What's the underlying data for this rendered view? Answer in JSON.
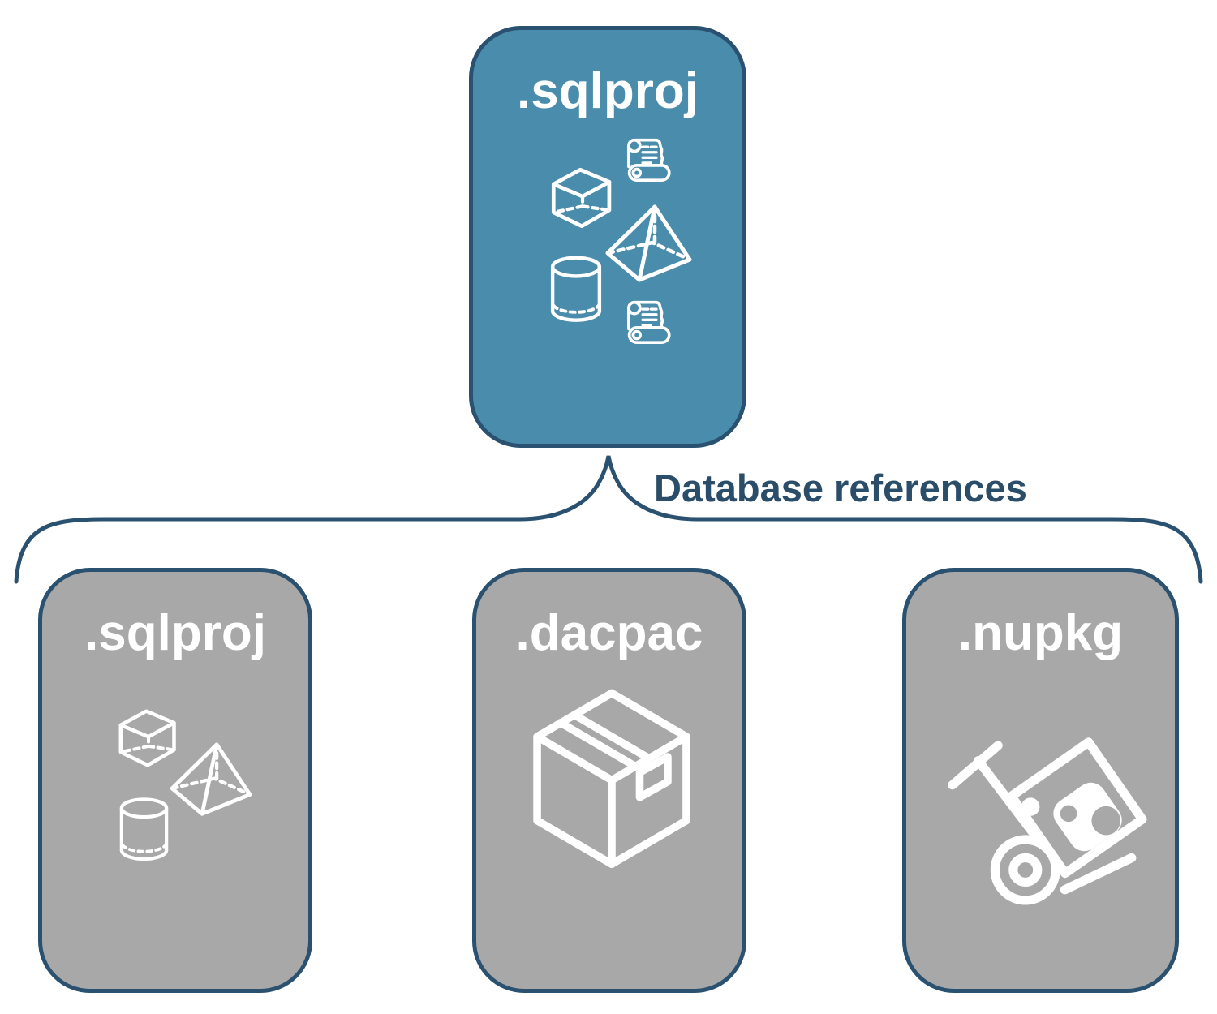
{
  "colors": {
    "accent_fill": "#4a8cab",
    "child_fill": "#a8a8a8",
    "stroke": "#2a5170",
    "label_text": "#2a4d69",
    "icon_stroke": "#ffffff",
    "background": "#ffffff"
  },
  "connector": {
    "label": "Database references"
  },
  "nodes": {
    "root": {
      "label": ".sqlproj",
      "icon": "sql-objects-icon"
    },
    "children": [
      {
        "label": ".sqlproj",
        "icon": "sql-objects-icon"
      },
      {
        "label": ".dacpac",
        "icon": "package-box-icon"
      },
      {
        "label": ".nupkg",
        "icon": "nuget-dolly-icon"
      }
    ]
  }
}
